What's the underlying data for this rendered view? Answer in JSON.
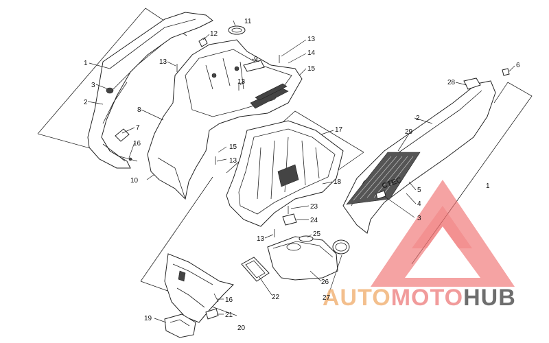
{
  "labels": {
    "n1a": "1",
    "n2a": "2",
    "n3a": "3",
    "n7": "7",
    "n16a": "16",
    "n10": "10",
    "n8": "8",
    "n13a": "13",
    "n12": "12",
    "n11": "11",
    "n9": "9",
    "n13b": "13",
    "n13c": "13",
    "n14": "14",
    "n15a": "15",
    "n15b": "15",
    "n13d": "13",
    "n17": "17",
    "n18": "18",
    "n23": "23",
    "n24": "24",
    "n13e": "13",
    "n25": "25",
    "n22": "22",
    "n26": "26",
    "n27": "27",
    "n16b": "16",
    "n21": "21",
    "n19": "19",
    "n20": "20",
    "n6": "6",
    "n28": "28",
    "n2b": "2",
    "n29": "29",
    "n5": "5",
    "n4": "4",
    "n3b": "3",
    "n1b": "1"
  },
  "decal_text": "CTEC",
  "watermark": {
    "part1": "AUTO",
    "part2": "MOTO",
    "part3": "HUB",
    "colors": {
      "auto": "#f2b57a",
      "moto": "#ef8a8a",
      "hub": "#555555",
      "triangle": "#ef6f6f"
    }
  }
}
